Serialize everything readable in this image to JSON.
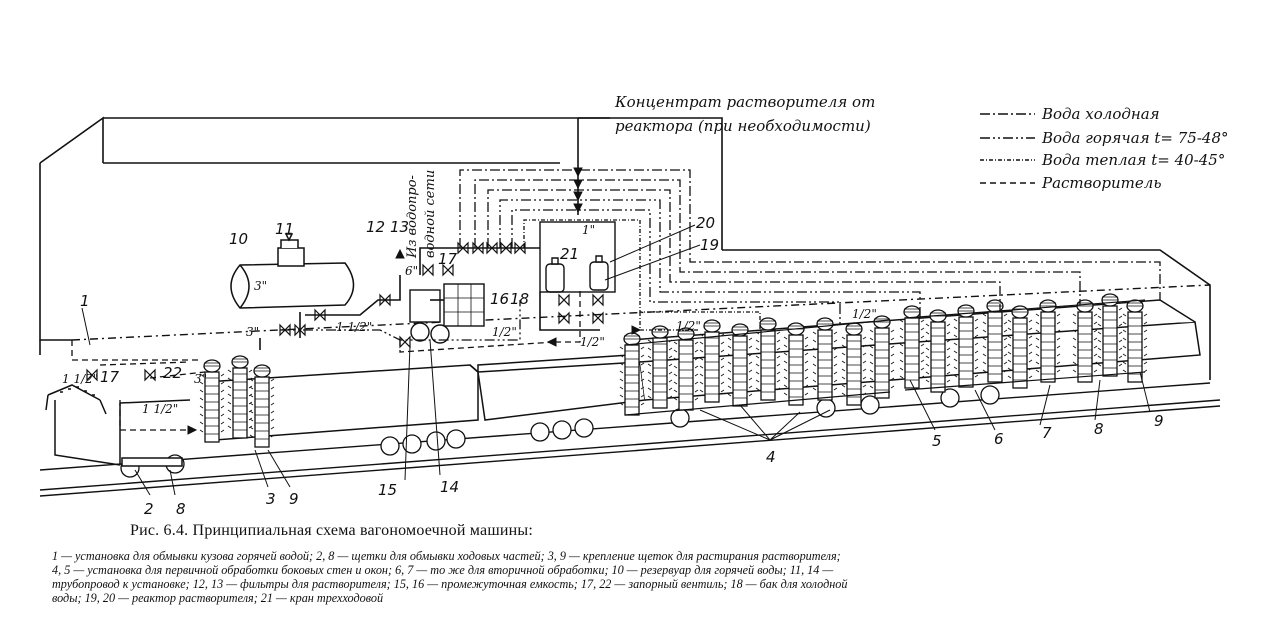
{
  "legend": {
    "cold": "Вода холодная",
    "hot": "Вода горячая t= 75-48°",
    "warm": "Вода теплая t= 40-45°",
    "solvent": "Растворитель"
  },
  "labels": {
    "concentrate_line1": "Концентрат растворителя от",
    "concentrate_line2": "реактора (при необходимости)",
    "water_supply_line1": "Из водопро-",
    "water_supply_line2": "водной сети"
  },
  "pipe_sizes": {
    "d3a": "3\"",
    "d3b": "3\"",
    "d3c": "3\"",
    "d11_2": "1 1/2\"",
    "d11_2b": "1 1/2\"",
    "d11_2c": "1 1/2\"",
    "d1": "1\"",
    "d6": "6\"",
    "d12a": "1/2\"",
    "d12b": "1/2\"",
    "d12c": "1/2\"",
    "d12d": "1/2\""
  },
  "numbers": {
    "n1": "1",
    "n2": "2",
    "n3": "3",
    "n4": "4",
    "n5": "5",
    "n6": "6",
    "n7": "7",
    "n8a": "8",
    "n8b": "8",
    "n9a": "9",
    "n9b": "9",
    "n10": "10",
    "n11": "11",
    "n12": "12",
    "n13": "13",
    "n14": "14",
    "n15": "15",
    "n16": "16",
    "n17a": "17",
    "n17b": "17",
    "n18": "18",
    "n19": "19",
    "n20": "20",
    "n21": "21",
    "n22": "22"
  },
  "caption": "Рис. 6.4. Принципиальная схема вагономоечной машины:",
  "description_lines": [
    "1 — установка для обмывки кузова горячей водой; 2, 8 — щетки для обмывки ходовых частей; 3, 9 — крепление щеток для растирания растворителя;",
    "4, 5 — установка для первичной обработки боковых стен и окон; 6, 7 — то же для вторичной обработки; 10 — резервуар для горячей воды; 11, 14 —",
    "трубопровод к установке; 12, 13 — фильтры для растворителя; 15, 16 — промежуточная емкость; 17, 22 — запорный вентиль; 18 — бак для холодной",
    "воды; 19, 20 — реактор растворителя; 21 — кран трехходовой"
  ]
}
